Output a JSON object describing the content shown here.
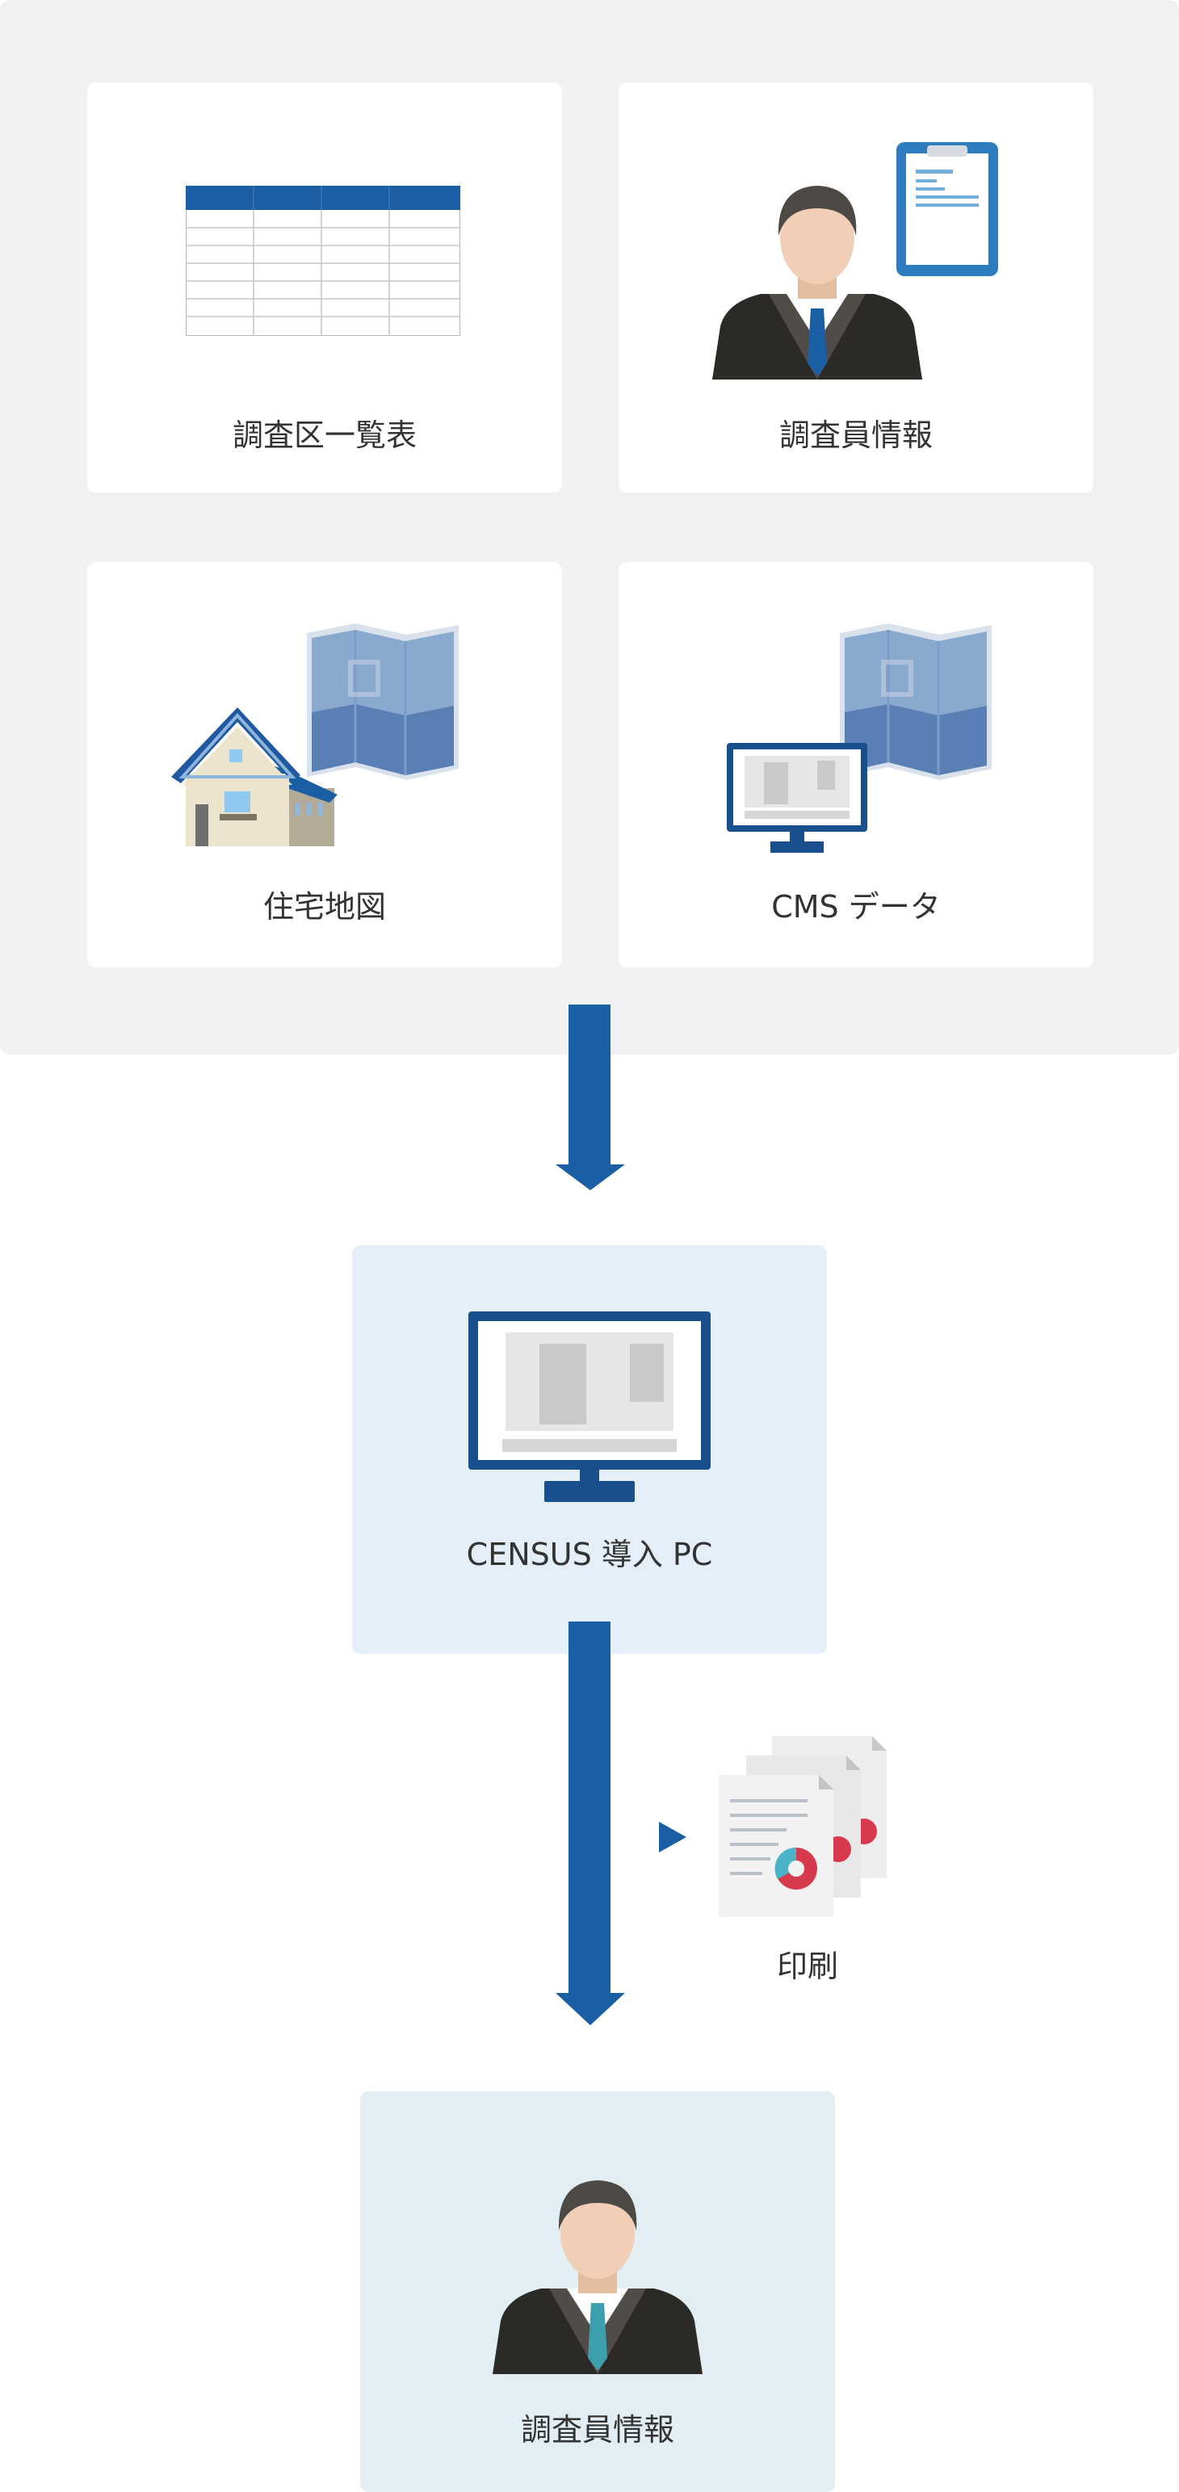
{
  "sources": {
    "items": [
      {
        "label": "調査区一覧表",
        "icon": "table-icon"
      },
      {
        "label": "調査員情報",
        "icon": "person-clipboard-icon"
      },
      {
        "label": "住宅地図",
        "icon": "house-map-icon"
      },
      {
        "label": "CMS データ",
        "icon": "monitor-map-icon"
      }
    ]
  },
  "center": {
    "label": "CENSUS 導入 PC",
    "icon": "monitor-icon"
  },
  "print": {
    "label": "印刷",
    "icon": "documents-icon"
  },
  "output": {
    "label": "調査員情報",
    "icon": "person-icon"
  },
  "colors": {
    "accent": "#1a5ea4",
    "panel_bg": "#f0f1f3",
    "center_bg": "#e5eff9",
    "output_bg": "#e2eef3"
  }
}
